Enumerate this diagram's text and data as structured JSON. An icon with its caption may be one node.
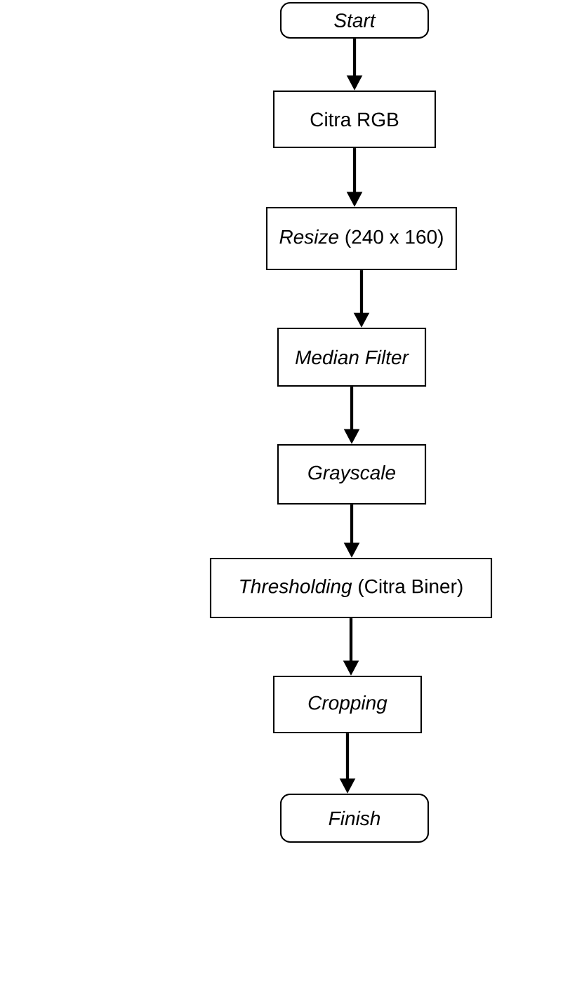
{
  "diagram": {
    "nodes": [
      {
        "text": [
          "Start"
        ]
      },
      {
        "text": [
          "Citra RGB"
        ]
      },
      {
        "text": [
          "*Resize* (240 x 160)"
        ]
      },
      {
        "text": [
          "Median Filter"
        ]
      },
      {
        "text": [
          "Grayscale"
        ]
      },
      {
        "text": [
          "*Thresholding* (Citra Biner)"
        ]
      },
      {
        "text": [
          "Cropping"
        ]
      },
      {
        "text": [
          "Finish"
        ]
      }
    ],
    "edges": [
      {
        "from": 0,
        "to": 1,
        "arrow": "to"
      },
      {
        "from": 1,
        "to": 2,
        "arrow": "to"
      },
      {
        "from": 2,
        "to": 3,
        "arrow": "to"
      },
      {
        "from": 3,
        "to": 4,
        "arrow": "to"
      },
      {
        "from": 4,
        "to": 5,
        "arrow": "to"
      },
      {
        "from": 5,
        "to": 6,
        "arrow": "to"
      },
      {
        "from": 6,
        "to": 7,
        "arrow": "to"
      }
    ]
  }
}
